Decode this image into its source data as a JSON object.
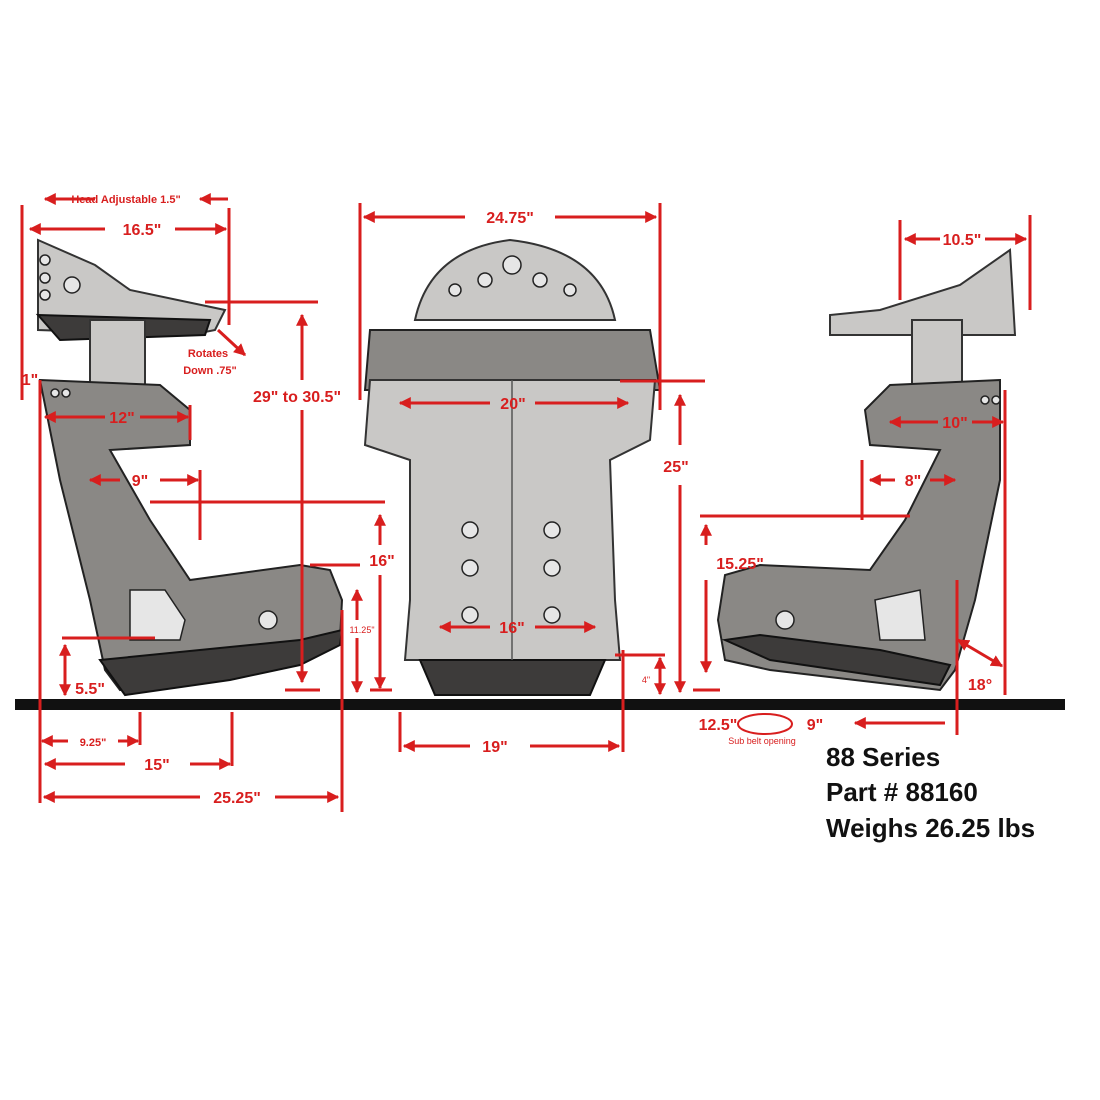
{
  "colors": {
    "dimension": "#d81e1e",
    "ground": "#111111",
    "seat": "#8a8885"
  },
  "left_view": {
    "head_adjustable": "Head Adjustable 1.5\"",
    "head_width": "16.5\"",
    "rotates_line1": "Rotates",
    "rotates_line2": "Down .75\"",
    "offset": "1\"",
    "height_range": "29\" to 30.5\"",
    "shoulder": "12\"",
    "hip": "9\"",
    "side_height": "16\"",
    "front_height": "11.25\"",
    "seat_base": "5.5\"",
    "depth_a": "9.25\"",
    "depth_b": "15\"",
    "overall_depth": "25.25\""
  },
  "front_view": {
    "overall_width": "24.75\"",
    "shoulder_width": "20\"",
    "shoulder_height": "25\"",
    "seat_width": "16\"",
    "bottom_height": "4\"",
    "base_width": "19\""
  },
  "right_view": {
    "head_width": "10.5\"",
    "shoulder": "10\"",
    "hip": "8\"",
    "side_height": "15.25\"",
    "angle": "18°",
    "sub_belt_length": "12.5\"",
    "sub_belt_width": "9\"",
    "sub_belt_label": "Sub belt opening"
  },
  "info": {
    "series": "88 Series",
    "part": "Part # 88160",
    "weight": "Weighs 26.25 lbs"
  }
}
